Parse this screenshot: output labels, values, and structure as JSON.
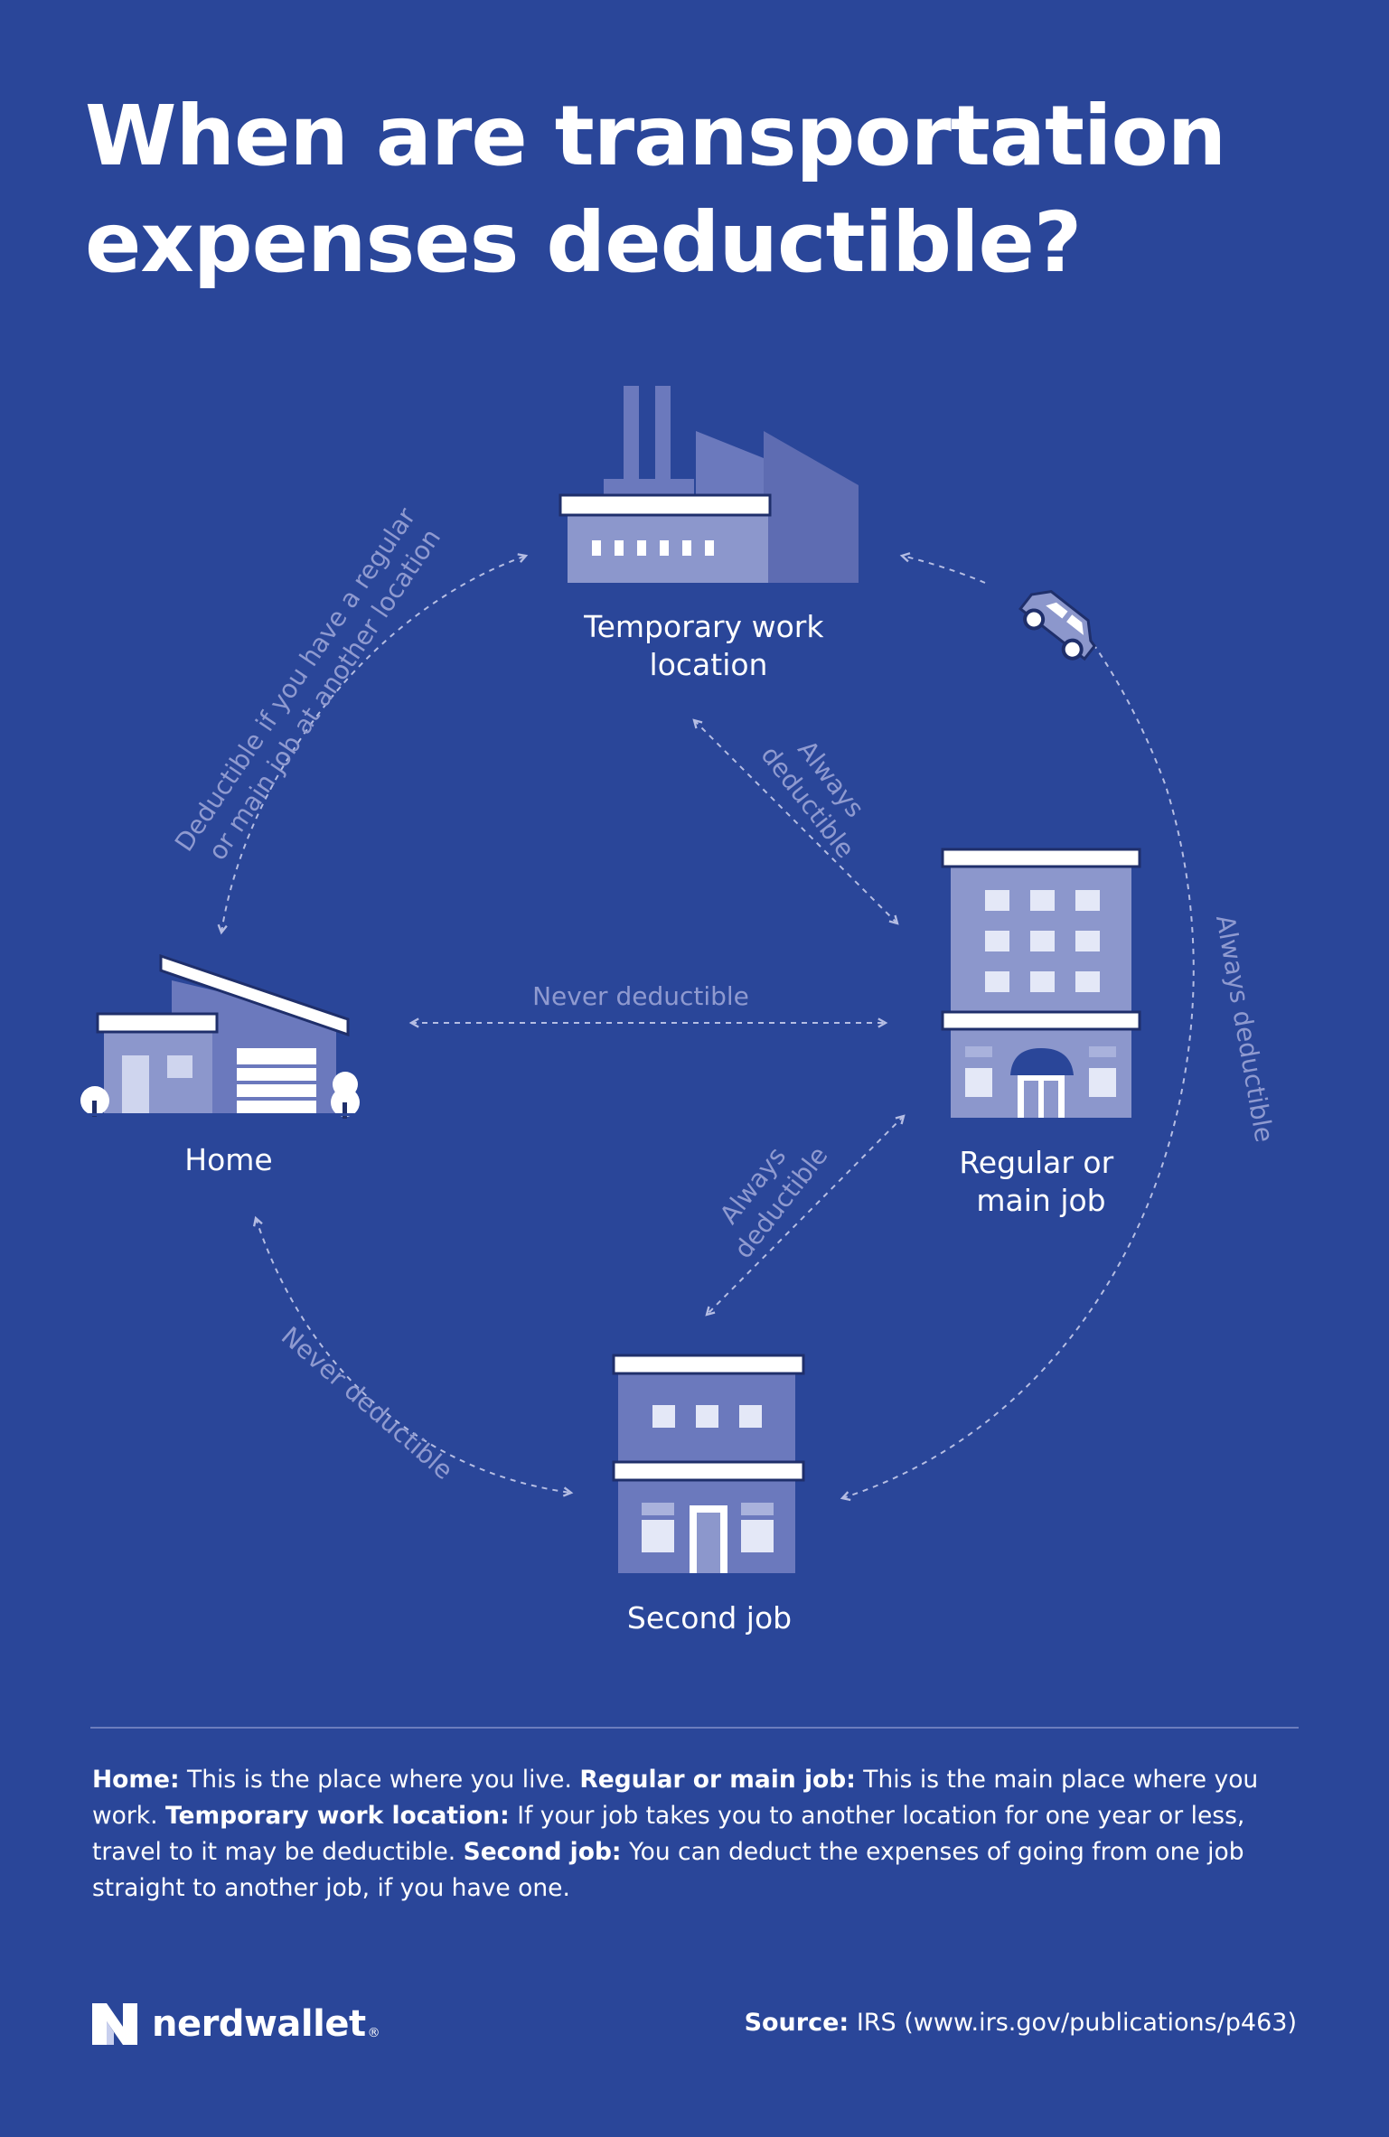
{
  "title": "When are transportation expenses deductible?",
  "nodes": {
    "temporary": "Temporary work location",
    "temporary_lines": [
      "Temporary work",
      "location"
    ],
    "regular": "Regular or main job",
    "regular_lines": [
      "Regular or",
      "main job"
    ],
    "home": "Home",
    "second": "Second job"
  },
  "edges": [
    {
      "from": "home",
      "to": "temporary",
      "label_lines": [
        "Deductible if you have a regular",
        "or main job at another location"
      ]
    },
    {
      "from": "temporary",
      "to": "regular",
      "label_lines": [
        "Always",
        "deductible"
      ]
    },
    {
      "from": "home",
      "to": "regular",
      "label_lines": [
        "Never deductible"
      ]
    },
    {
      "from": "regular",
      "to": "second",
      "label_lines": [
        "Always",
        "deductible"
      ]
    },
    {
      "from": "home",
      "to": "second",
      "label_lines": [
        "Never deductible"
      ]
    },
    {
      "from": "second",
      "to": "temporary",
      "label_lines": [
        "Always deductible"
      ]
    }
  ],
  "legend": [
    {
      "term": "Home:",
      "text": "This is the place where you live."
    },
    {
      "term": "Regular or main job:",
      "text": "This is the main place where you work."
    },
    {
      "term": "Temporary work location:",
      "text": "If your job takes you to another location for one year or less, travel to it may be deductible."
    },
    {
      "term": "Second job:",
      "text": "You can deduct the expenses of going from one job straight to another job, if you have one."
    }
  ],
  "source": {
    "label": "Source:",
    "text": "IRS (www.irs.gov/publications/p463)"
  },
  "logo": {
    "name": "nerdwallet",
    "letter": "N"
  },
  "icons": [
    "factory-icon",
    "office-building-icon",
    "house-icon",
    "shop-building-icon",
    "car-icon"
  ],
  "colors": {
    "background": "#2a4699",
    "building_light": "#8c97cc",
    "building_mid": "#6b79bd",
    "edge_label": "#8f9ad0",
    "white": "#ffffff"
  }
}
